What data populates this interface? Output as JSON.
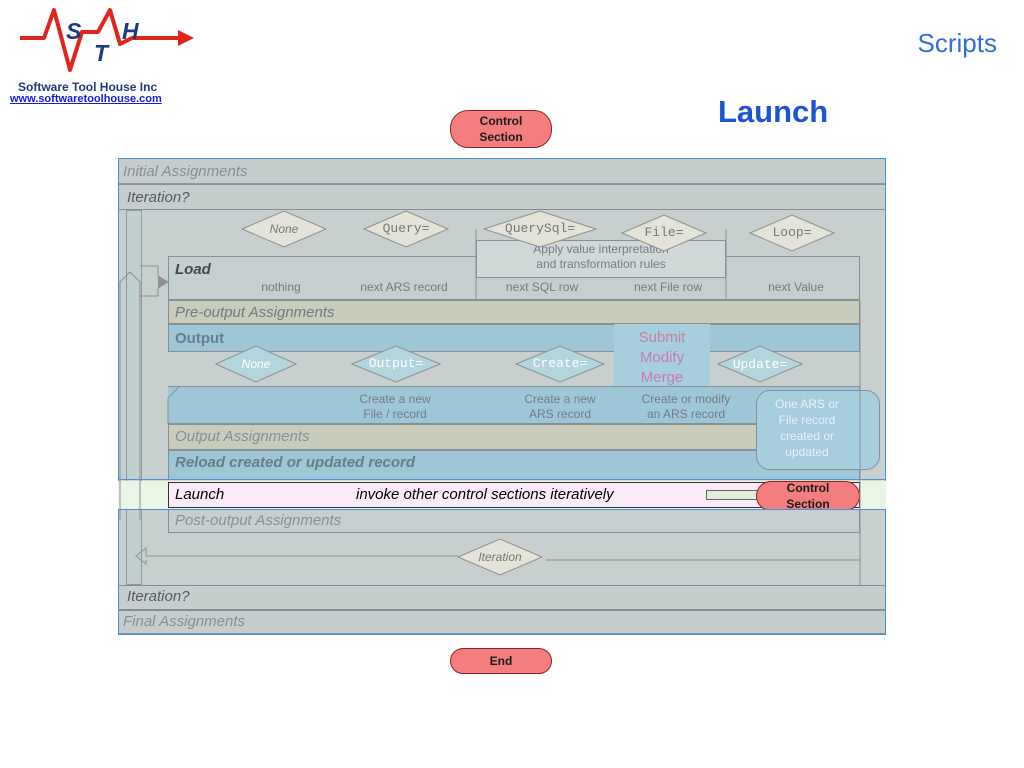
{
  "header": {
    "logo_letters": [
      "S",
      "T",
      "H"
    ],
    "company": "Software Tool House Inc",
    "url": "www.softwaretoolhouse.com",
    "section": "Scripts",
    "title": "Launch"
  },
  "pills": {
    "top": "Control\nSection",
    "right": "Control\nSection",
    "end": "End"
  },
  "rows": {
    "initial": "Initial Assignments",
    "iteration_top": "Iteration?",
    "load": "Load",
    "preoutput": "Pre-output Assignments",
    "output": "Output",
    "output_assign": "Output Assignments",
    "reload": "Reload created or updated record",
    "launch": "Launch",
    "launch_desc": "invoke other control sections iteratively",
    "postoutput": "Post-output Assignments",
    "iteration_bottom": "Iteration?",
    "final": "Final Assignments"
  },
  "iteration_diamonds": [
    "None",
    "Query=",
    "QuerySql=",
    "File=",
    "Loop="
  ],
  "load_sources": [
    "nothing",
    "next ARS record",
    "next SQL row",
    "next File row",
    "next Value"
  ],
  "apply_note": "Apply value interpretation\nand transformation rules",
  "output_diamonds": [
    "None",
    "Output=",
    "Create=",
    "Update="
  ],
  "output_notes": [
    "Create a new\nFile / record",
    "Create a new\nARS record",
    "Create or modify\nan ARS record"
  ],
  "submit_actions": "Submit\nModify\nMerge",
  "result_note": "One ARS or\nFile record\ncreated or\nupdated",
  "loop_diamond": "Iteration",
  "colors": {
    "accent_blue": "#2f6fd8",
    "pill_red": "#f47e7e",
    "band_gray": "#d6d6cc",
    "band_tan": "#d9d4b8",
    "band_teal": "#a9cfd6",
    "launch_pink": "#fbeaf7",
    "overlay_blue": "#4a90d8"
  }
}
